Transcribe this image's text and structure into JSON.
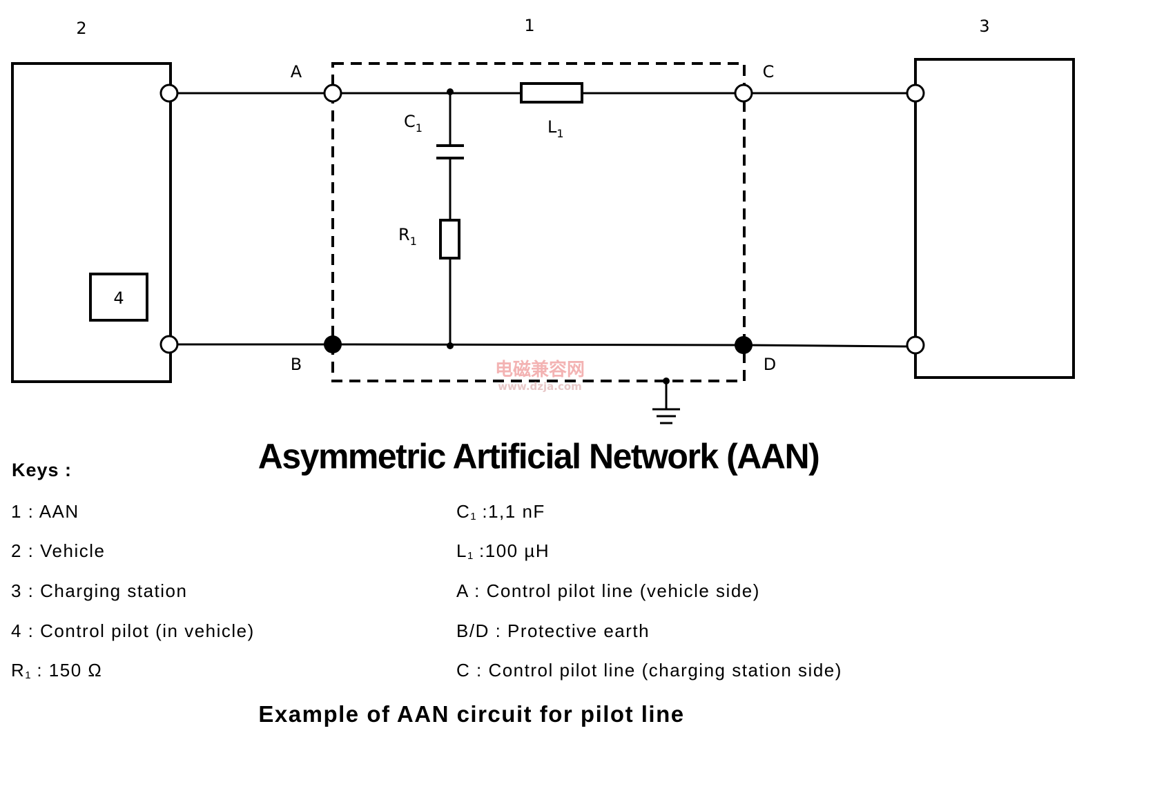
{
  "block_numbers": {
    "aan": "1",
    "vehicle": "2",
    "charging_station": "3",
    "control_pilot": "4"
  },
  "terminals": {
    "a": "A",
    "b": "B",
    "c": "C",
    "d": "D"
  },
  "components": {
    "c1": {
      "letter": "C",
      "subscript": "1"
    },
    "l1": {
      "letter": "L",
      "subscript": "1"
    },
    "r1": {
      "letter": "R",
      "subscript": "1"
    }
  },
  "watermark": {
    "line1": "电磁兼容网",
    "line2": "www.dzja.com"
  },
  "title": "Asymmetric Artificial Network (AAN)",
  "keys_heading": "Keys :",
  "keys_left": [
    {
      "prefix": "1 : AAN",
      "sub": "",
      "suffix": ""
    },
    {
      "prefix": "2 : Vehicle",
      "sub": "",
      "suffix": ""
    },
    {
      "prefix": "3 : Charging station",
      "sub": "",
      "suffix": ""
    },
    {
      "prefix": "4 : Control pilot (in vehicle)",
      "sub": "",
      "suffix": ""
    },
    {
      "prefix": "R",
      "sub": "1",
      "suffix": " : 150 Ω"
    }
  ],
  "keys_right": [
    {
      "prefix": "C",
      "sub": "1",
      "suffix": " :1,1 nF"
    },
    {
      "prefix": "L",
      "sub": "1",
      "suffix": " :100 µH"
    },
    {
      "prefix": "A : Control pilot line (vehicle side)",
      "sub": "",
      "suffix": ""
    },
    {
      "prefix": "B/D : Protective earth",
      "sub": "",
      "suffix": ""
    },
    {
      "prefix": "C : Control pilot line (charging station side)",
      "sub": "",
      "suffix": ""
    }
  ],
  "caption": "Example of AAN circuit for pilot line"
}
